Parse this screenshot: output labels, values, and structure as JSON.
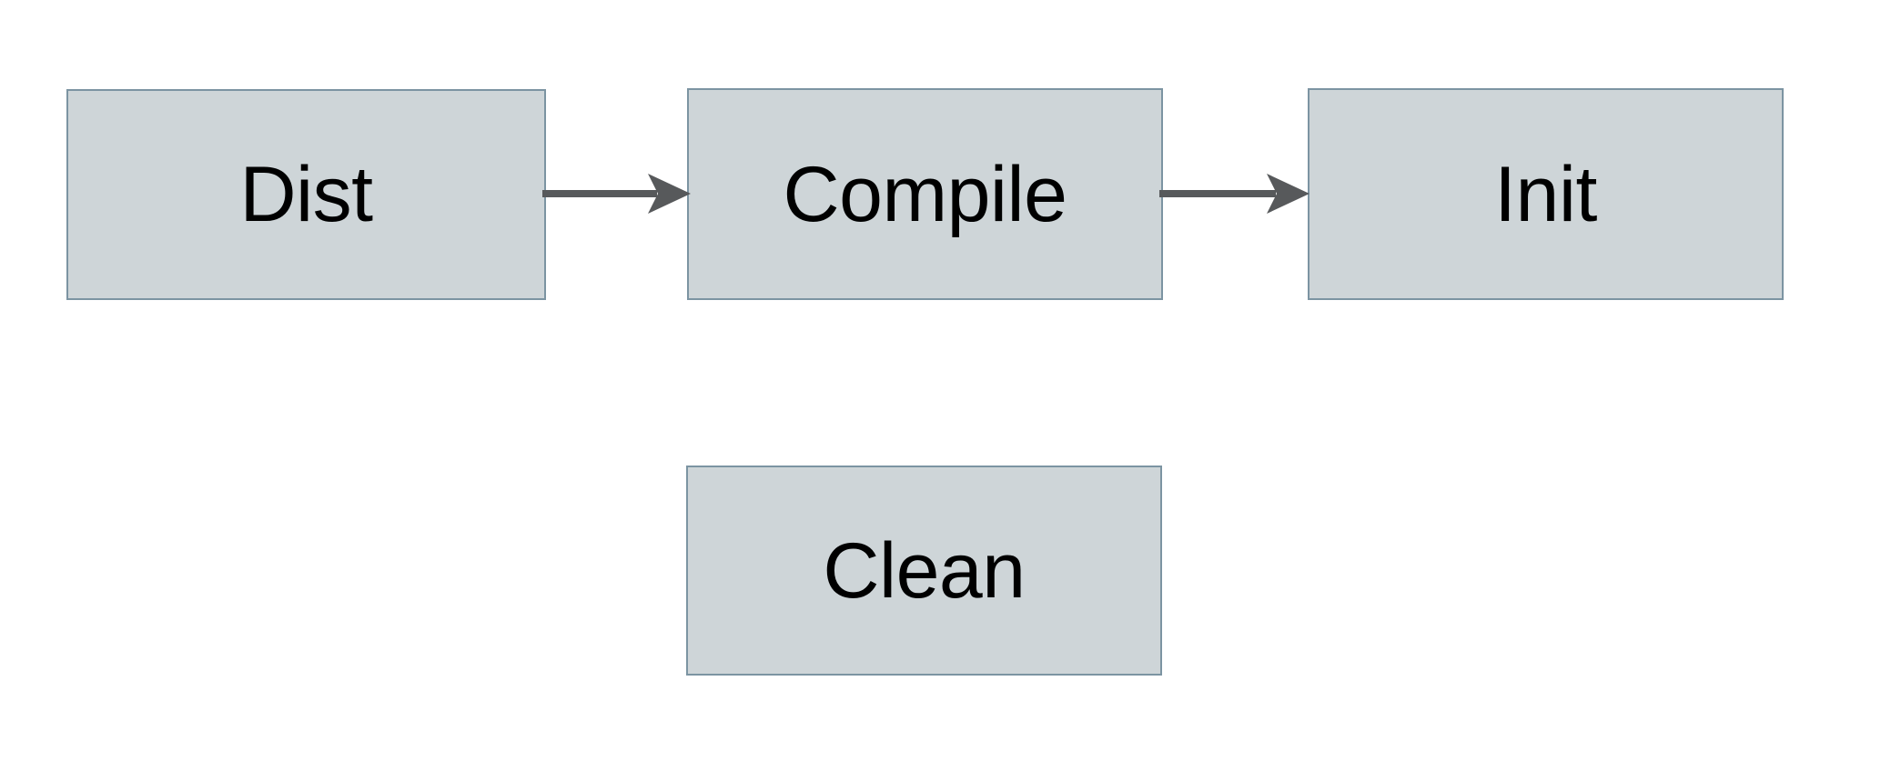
{
  "diagram": {
    "title": "build-task-dependency-diagram",
    "background_color": "#ffffff",
    "node_fill_color": "#ced5d8",
    "node_border_color": "#7c94a2",
    "edge_color": "#57595b",
    "label_color": "#000000",
    "nodes": [
      {
        "id": "dist",
        "label": "Dist"
      },
      {
        "id": "compile",
        "label": "Compile"
      },
      {
        "id": "init",
        "label": "Init"
      },
      {
        "id": "clean",
        "label": "Clean"
      }
    ],
    "edges": [
      {
        "id": "dist-compile",
        "from": "Dist",
        "to": "Compile",
        "arrowhead": "filled-triangle",
        "direction": "right"
      },
      {
        "id": "compile-init",
        "from": "Compile",
        "to": "Init",
        "arrowhead": "filled-triangle",
        "direction": "right"
      }
    ]
  }
}
